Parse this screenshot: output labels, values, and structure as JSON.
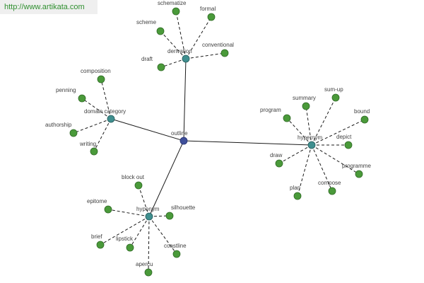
{
  "url": "http://www.artikata.com",
  "colors": {
    "leaf": "#4a9a3a",
    "hub": "#3f8f8f",
    "root": "#3f4f9a",
    "url_text": "#2f8f2f"
  },
  "root": {
    "label": "outline"
  },
  "hubs": [
    {
      "label": "derivation",
      "leaves": [
        "schematize",
        "formal",
        "scheme",
        "conventional",
        "draft"
      ]
    },
    {
      "label": "domain category",
      "leaves": [
        "composition",
        "penning",
        "authorship",
        "writing"
      ]
    },
    {
      "label": "hypernym",
      "leaves": [
        "program",
        "summary",
        "sum-up",
        "bound",
        "depict",
        "programme",
        "compose",
        "plan",
        "draw"
      ]
    },
    {
      "label": "hyponym",
      "leaves": [
        "block out",
        "epitome",
        "silhouette",
        "brief",
        "lipstick",
        "coastline",
        "apercu"
      ]
    }
  ]
}
